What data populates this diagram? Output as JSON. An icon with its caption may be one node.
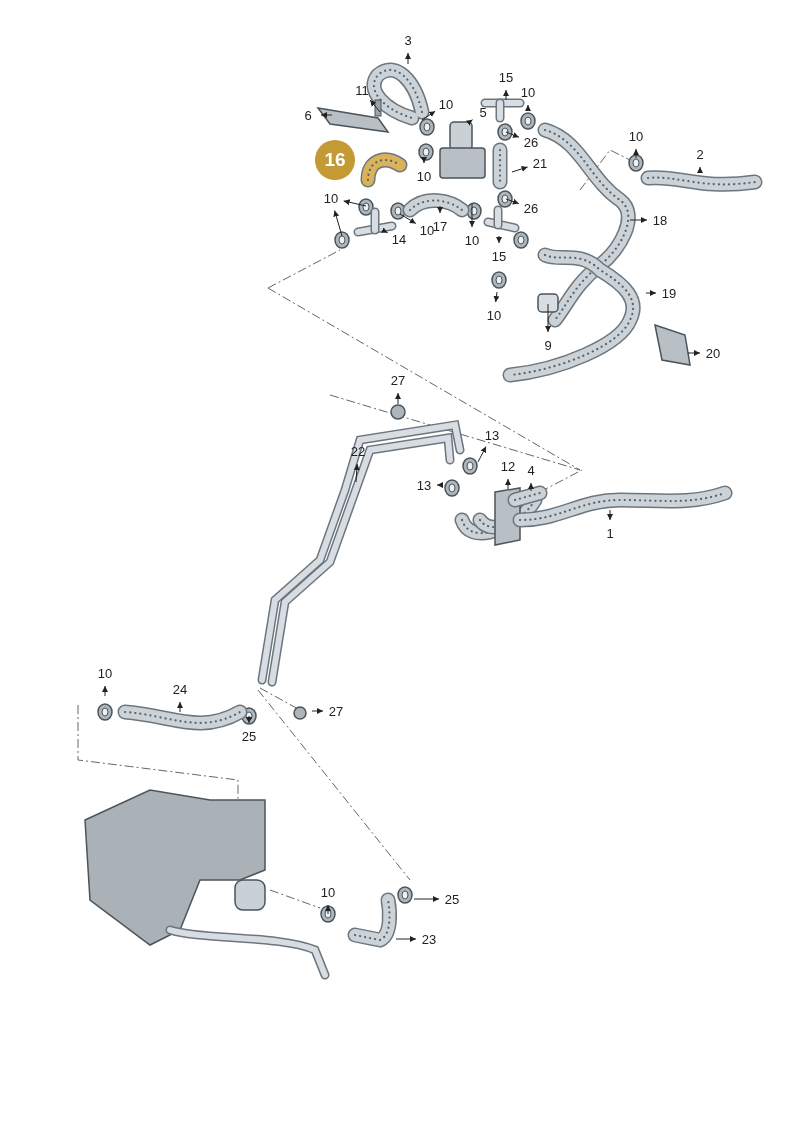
{
  "diagram": {
    "nodes": [
      {
        "text": [
          "3"
        ]
      },
      {
        "text": [
          "11"
        ]
      },
      {
        "text": [
          "6"
        ]
      },
      {
        "text": [
          "15"
        ]
      },
      {
        "text": [
          "10"
        ]
      },
      {
        "text": [
          "10"
        ]
      },
      {
        "text": [
          "5"
        ]
      },
      {
        "text": [
          "16"
        ]
      },
      {
        "text": [
          "10"
        ]
      },
      {
        "text": [
          "2"
        ]
      },
      {
        "text": [
          "26"
        ]
      },
      {
        "text": [
          "21"
        ]
      },
      {
        "text": [
          "10"
        ]
      },
      {
        "text": [
          "10"
        ]
      },
      {
        "text": [
          "26"
        ]
      },
      {
        "text": [
          "18"
        ]
      },
      {
        "text": [
          "17"
        ]
      },
      {
        "text": [
          "10"
        ]
      },
      {
        "text": [
          "10"
        ]
      },
      {
        "text": [
          "14"
        ]
      },
      {
        "text": [
          "15"
        ]
      },
      {
        "text": [
          "19"
        ]
      },
      {
        "text": [
          "10"
        ]
      },
      {
        "text": [
          "9"
        ]
      },
      {
        "text": [
          "20"
        ]
      },
      {
        "text": [
          "27"
        ]
      },
      {
        "text": [
          "13"
        ]
      },
      {
        "text": [
          "22"
        ]
      },
      {
        "text": [
          "12"
        ]
      },
      {
        "text": [
          "4"
        ]
      },
      {
        "text": [
          "13"
        ]
      },
      {
        "text": [
          "1"
        ]
      },
      {
        "text": [
          "10"
        ]
      },
      {
        "text": [
          "24"
        ]
      },
      {
        "text": [
          "27"
        ]
      },
      {
        "text": [
          "25"
        ]
      },
      {
        "text": [
          "10"
        ]
      },
      {
        "text": [
          "25"
        ]
      },
      {
        "text": [
          "23"
        ]
      }
    ],
    "edges": [
      {
        "from": null,
        "to": 0,
        "arrow": "to"
      },
      {
        "from": null,
        "to": 1,
        "arrow": "to"
      },
      {
        "from": null,
        "to": 2,
        "arrow": "to"
      },
      {
        "from": null,
        "to": 3,
        "arrow": "to"
      },
      {
        "from": null,
        "to": 4,
        "arrow": "to"
      },
      {
        "from": null,
        "to": 5,
        "arrow": "to"
      },
      {
        "from": null,
        "to": 6,
        "arrow": "to"
      },
      {
        "from": null,
        "to": 8,
        "arrow": "to"
      },
      {
        "from": null,
        "to": 9,
        "arrow": "to"
      },
      {
        "from": null,
        "to": 10,
        "arrow": "to"
      },
      {
        "from": null,
        "to": 11,
        "arrow": "to"
      },
      {
        "from": null,
        "to": 12,
        "arrow": "to"
      },
      {
        "from": null,
        "to": 13,
        "arrow": "to"
      },
      {
        "from": null,
        "to": 13,
        "arrow": "to"
      },
      {
        "from": null,
        "to": 14,
        "arrow": "to"
      },
      {
        "from": null,
        "to": 15,
        "arrow": "to"
      },
      {
        "from": null,
        "to": 16,
        "arrow": "to"
      },
      {
        "from": null,
        "to": 17,
        "arrow": "to"
      },
      {
        "from": null,
        "to": 18,
        "arrow": "to"
      },
      {
        "from": null,
        "to": 19,
        "arrow": "to"
      },
      {
        "from": null,
        "to": 20,
        "arrow": "to"
      },
      {
        "from": null,
        "to": 21,
        "arrow": "to"
      },
      {
        "from": null,
        "to": 22,
        "arrow": "to"
      },
      {
        "from": null,
        "to": 23,
        "arrow": "to"
      },
      {
        "from": null,
        "to": 24,
        "arrow": "to"
      },
      {
        "from": null,
        "to": 25,
        "arrow": "to"
      },
      {
        "from": null,
        "to": 26,
        "arrow": "to"
      },
      {
        "from": null,
        "to": 27,
        "arrow": "to"
      },
      {
        "from": null,
        "to": 28,
        "arrow": "to"
      },
      {
        "from": null,
        "to": 29,
        "arrow": "to"
      },
      {
        "from": null,
        "to": 30,
        "arrow": "to"
      },
      {
        "from": null,
        "to": 31,
        "arrow": "to"
      },
      {
        "from": null,
        "to": 32,
        "arrow": "to"
      },
      {
        "from": null,
        "to": 33,
        "arrow": "to"
      },
      {
        "from": null,
        "to": 34,
        "arrow": "to"
      },
      {
        "from": null,
        "to": 35,
        "arrow": "to"
      },
      {
        "from": null,
        "to": 36,
        "arrow": "to"
      },
      {
        "from": null,
        "to": 37,
        "arrow": "to"
      },
      {
        "from": null,
        "to": 38,
        "arrow": "to"
      }
    ]
  }
}
